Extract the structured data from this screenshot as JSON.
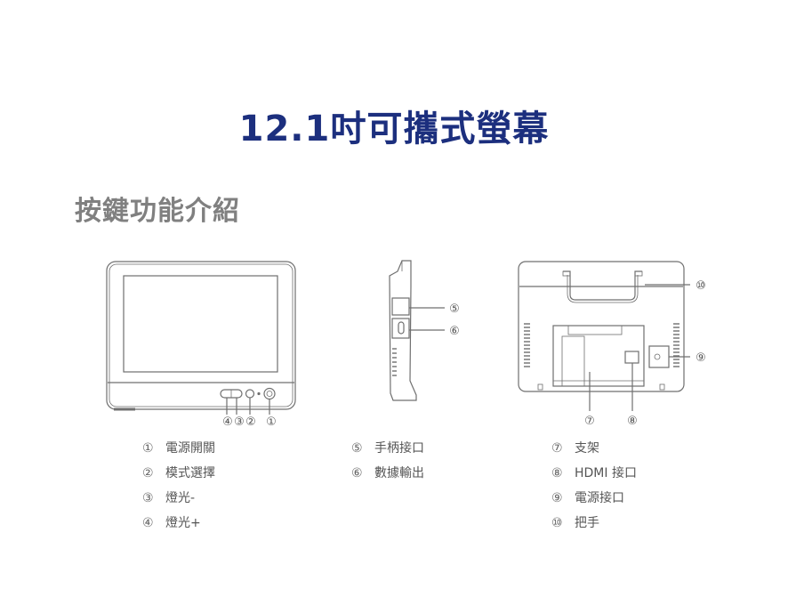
{
  "title": "12.1吋可攜式螢幕",
  "subtitle": "按鍵功能介紹",
  "callouts": {
    "front": [
      "④",
      "③",
      "②",
      "①"
    ],
    "side": [
      "⑤",
      "⑥"
    ],
    "back_right": [
      "⑩",
      "⑨"
    ],
    "back_bottom": [
      "⑦",
      "⑧"
    ]
  },
  "legend": {
    "col1": [
      {
        "num": "①",
        "label": "電源開關"
      },
      {
        "num": "②",
        "label": "模式選擇"
      },
      {
        "num": "③",
        "label": "燈光-"
      },
      {
        "num": "④",
        "label": "燈光+"
      }
    ],
    "col2": [
      {
        "num": "⑤",
        "label": "手柄接口"
      },
      {
        "num": "⑥",
        "label": "數據輸出"
      }
    ],
    "col3": [
      {
        "num": "⑦",
        "label": "支架"
      },
      {
        "num": "⑧",
        "label": "HDMI 接口"
      },
      {
        "num": "⑨",
        "label": "電源接口"
      },
      {
        "num": "⑩",
        "label": "把手"
      }
    ]
  },
  "colors": {
    "title": "#1c2f7e",
    "subtitle": "#808080",
    "line": "#6f6f6f"
  }
}
